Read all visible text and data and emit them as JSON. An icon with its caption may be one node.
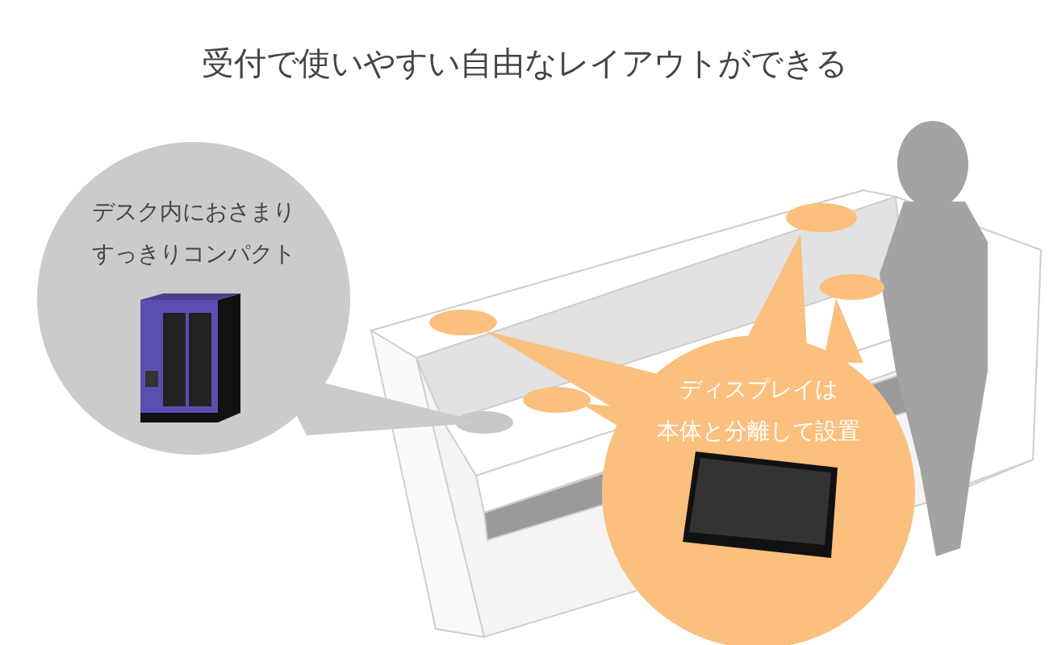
{
  "diagram": {
    "title": "受付で使いやすい自由なレイアウトができる",
    "nodes": [
      {
        "text": [
          "デスク内におさまり",
          "すっきりコンパクト"
        ]
      },
      {
        "text": [
          "ディスプレイは",
          "本体と分離して設置"
        ]
      }
    ]
  }
}
